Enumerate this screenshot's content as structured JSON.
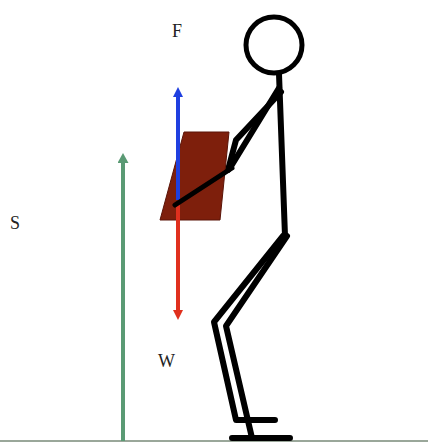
{
  "diagram": {
    "labels": [
      "F",
      "S",
      "W"
    ]
  }
}
